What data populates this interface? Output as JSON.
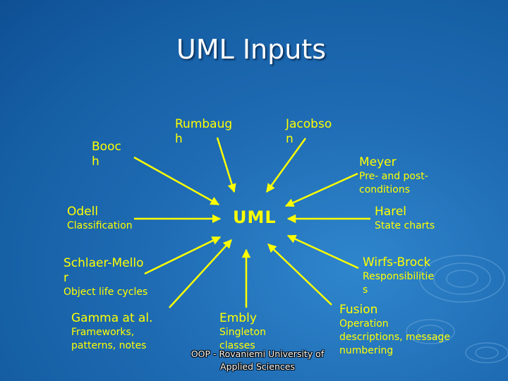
{
  "title": "UML Inputs",
  "hub": "UML",
  "nodes": {
    "booch": {
      "name": "Booc\nh",
      "sub": ""
    },
    "rumbaugh": {
      "name": "Rumbaug\nh",
      "sub": ""
    },
    "jacobson": {
      "name": "Jacobso\nn",
      "sub": ""
    },
    "meyer": {
      "name": "Meyer",
      "sub": "Pre- and post-\nconditions"
    },
    "odell": {
      "name": "Odell",
      "sub": "Classification"
    },
    "harel": {
      "name": "Harel",
      "sub": "State charts"
    },
    "shlaer_mellor": {
      "name": "Schlaer-Mello\nr",
      "sub": "Object life cycles"
    },
    "wirfs_brock": {
      "name": "Wirfs-Brock",
      "sub": "Responsibilitie\ns"
    },
    "gamma": {
      "name": "Gamma at al.",
      "sub": "Frameworks,\npatterns, notes"
    },
    "embly": {
      "name": "Embly",
      "sub": "Singleton\nclasses"
    },
    "fusion": {
      "name": "Fusion",
      "sub": "Operation\ndescriptions, message\nnumbering"
    }
  },
  "footer": "OOP - Rovaniemi University of\nApplied Sciences",
  "colors": {
    "arrow": "#ffff00",
    "text": "#ffff00",
    "title": "#ffffff",
    "background": "#1f6cb4"
  }
}
